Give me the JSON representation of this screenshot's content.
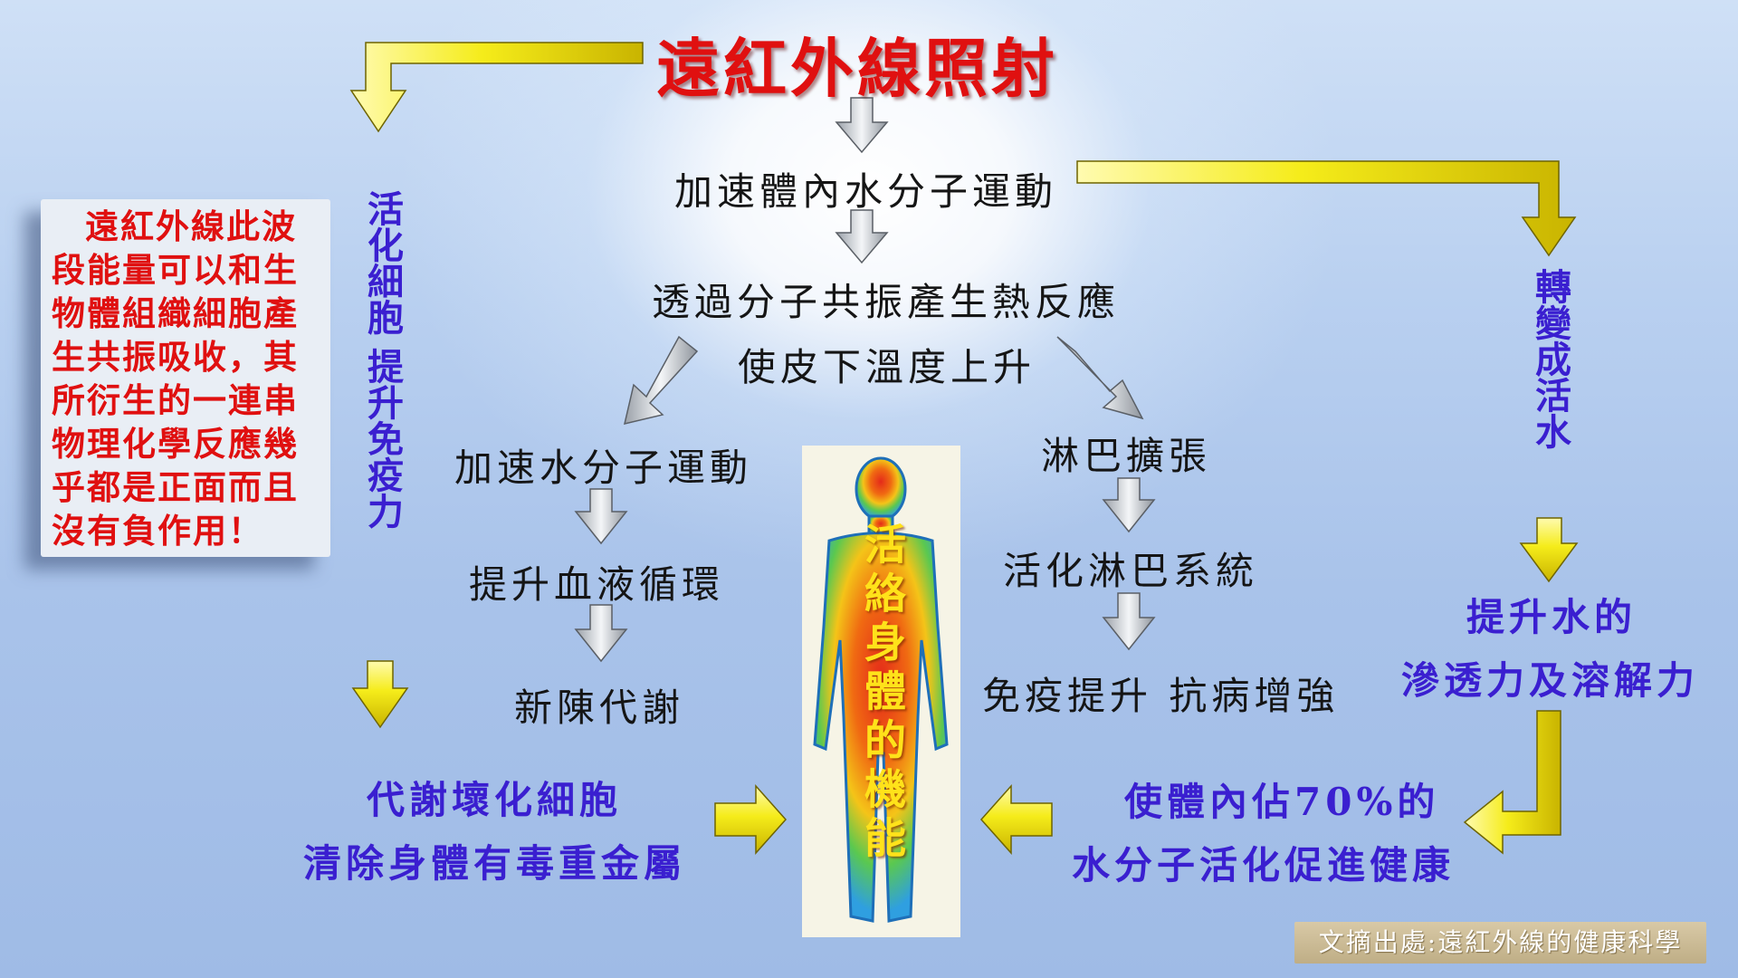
{
  "title": "遠紅外線照射",
  "flow_center": {
    "step1": "加速體內水分子運動",
    "step2": "透過分子共振產生熱反應",
    "step3": "使皮下溫度上升"
  },
  "left_branch": {
    "item1": "加速水分子運動",
    "item2": "提升血液循環",
    "item3": "新陳代謝"
  },
  "right_branch": {
    "item1": "淋巴擴張",
    "item2": "活化淋巴系統",
    "item3": "免疫提升  抗病增強"
  },
  "side_left": {
    "vertical_text": "活化細胞 提升免疫力",
    "line1": "代謝壞化細胞",
    "line2": "清除身體有毒重金屬"
  },
  "side_right": {
    "vertical_text": "轉變成活水",
    "line1": "提升水的",
    "line2": "滲透力及溶解力",
    "bottom1": "使體內佔70%的",
    "bottom2": "水分子活化促進健康"
  },
  "body_label": "活絡身體的機能",
  "note": "遠紅外線此波段能量可以和生物體組織細胞產生共振吸收，其所衍生的一連串物理化學反應幾乎都是正面而且沒有負作用！",
  "source": "文摘出處:遠紅外線的健康科學",
  "colors": {
    "title": "#e01010",
    "accent_blue": "#3a1fd0",
    "arrow_yellow": "#f5ec1a",
    "arrow_gray": "#c8ccd2"
  }
}
